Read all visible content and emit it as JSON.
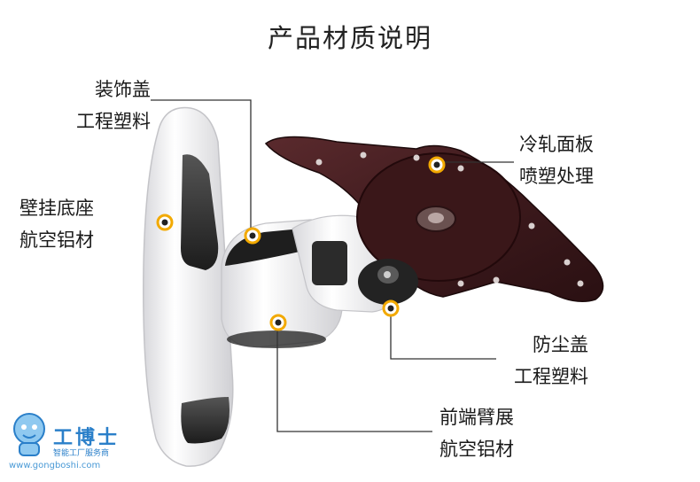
{
  "title": "产品材质说明",
  "callouts": {
    "cover_top": {
      "line1": "装饰盖",
      "line2": "工程塑料"
    },
    "wall_base": {
      "line1": "壁挂底座",
      "line2": "航空铝材"
    },
    "plate": {
      "line1": "冷轧面板",
      "line2": "喷塑处理"
    },
    "dust_cover": {
      "line1": "防尘盖",
      "line2": "工程塑料"
    },
    "front_arm": {
      "line1": "前端臂展",
      "line2": "航空铝材"
    }
  },
  "watermark": {
    "name": "工博士",
    "tagline": "智能工厂服务商",
    "url": "www.gongboshi.com"
  },
  "colors": {
    "marker_ring": "#f2a900",
    "leader_line": "#333333",
    "plate": "#4a1f22",
    "bracket": "#eeeef0"
  }
}
